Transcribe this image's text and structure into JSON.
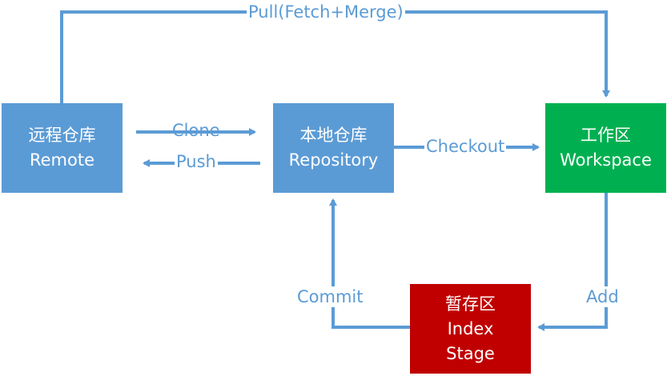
{
  "nodes": {
    "remote": {
      "line1": "远程仓库",
      "line2": "Remote"
    },
    "repository": {
      "line1": "本地仓库",
      "line2": "Repository"
    },
    "workspace": {
      "line1": "工作区",
      "line2": "Workspace"
    },
    "stage": {
      "line1": "暂存区",
      "line2": "Index",
      "line3": "Stage"
    }
  },
  "edges": {
    "pull": "Pull(Fetch+Merge)",
    "clone": "Clone",
    "push": "Push",
    "checkout": "Checkout",
    "add": "Add",
    "commit": "Commit"
  },
  "colors": {
    "arrow": "#5b9bd5",
    "remote_fill": "#5b9bd5",
    "repository_fill": "#5b9bd5",
    "workspace_fill": "#00b050",
    "stage_fill": "#c00000",
    "node_text": "#ffffff"
  }
}
